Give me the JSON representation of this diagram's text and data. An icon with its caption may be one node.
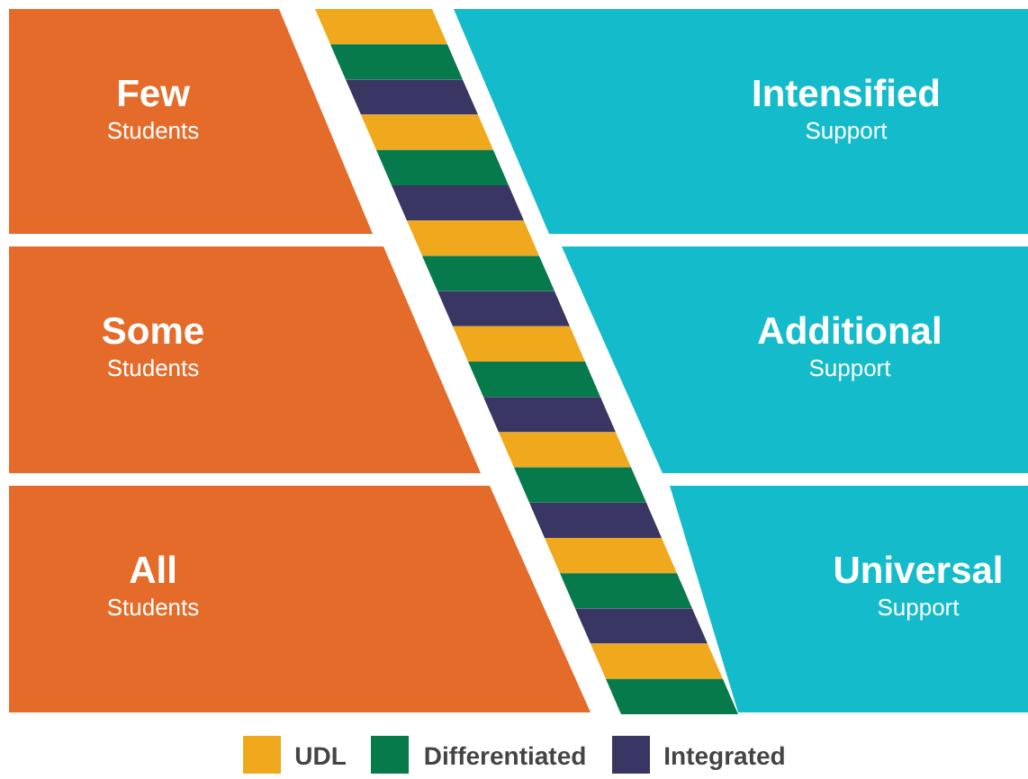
{
  "diagram": {
    "nodes": [
      {
        "text": [
          "Few",
          "Students"
        ]
      },
      {
        "text": [
          "Intensified",
          "Support"
        ]
      },
      {
        "text": [
          "Some",
          "Students"
        ]
      },
      {
        "text": [
          "Additional",
          "Support"
        ]
      },
      {
        "text": [
          "All",
          "Students"
        ]
      },
      {
        "text": [
          "Universal",
          "Support"
        ]
      }
    ],
    "legend": [
      {
        "text": "UDL",
        "color": "#f0a91d"
      },
      {
        "text": "Differentiated",
        "color": "#067a4b"
      },
      {
        "text": "Integrated",
        "color": "#3a3663"
      }
    ]
  }
}
